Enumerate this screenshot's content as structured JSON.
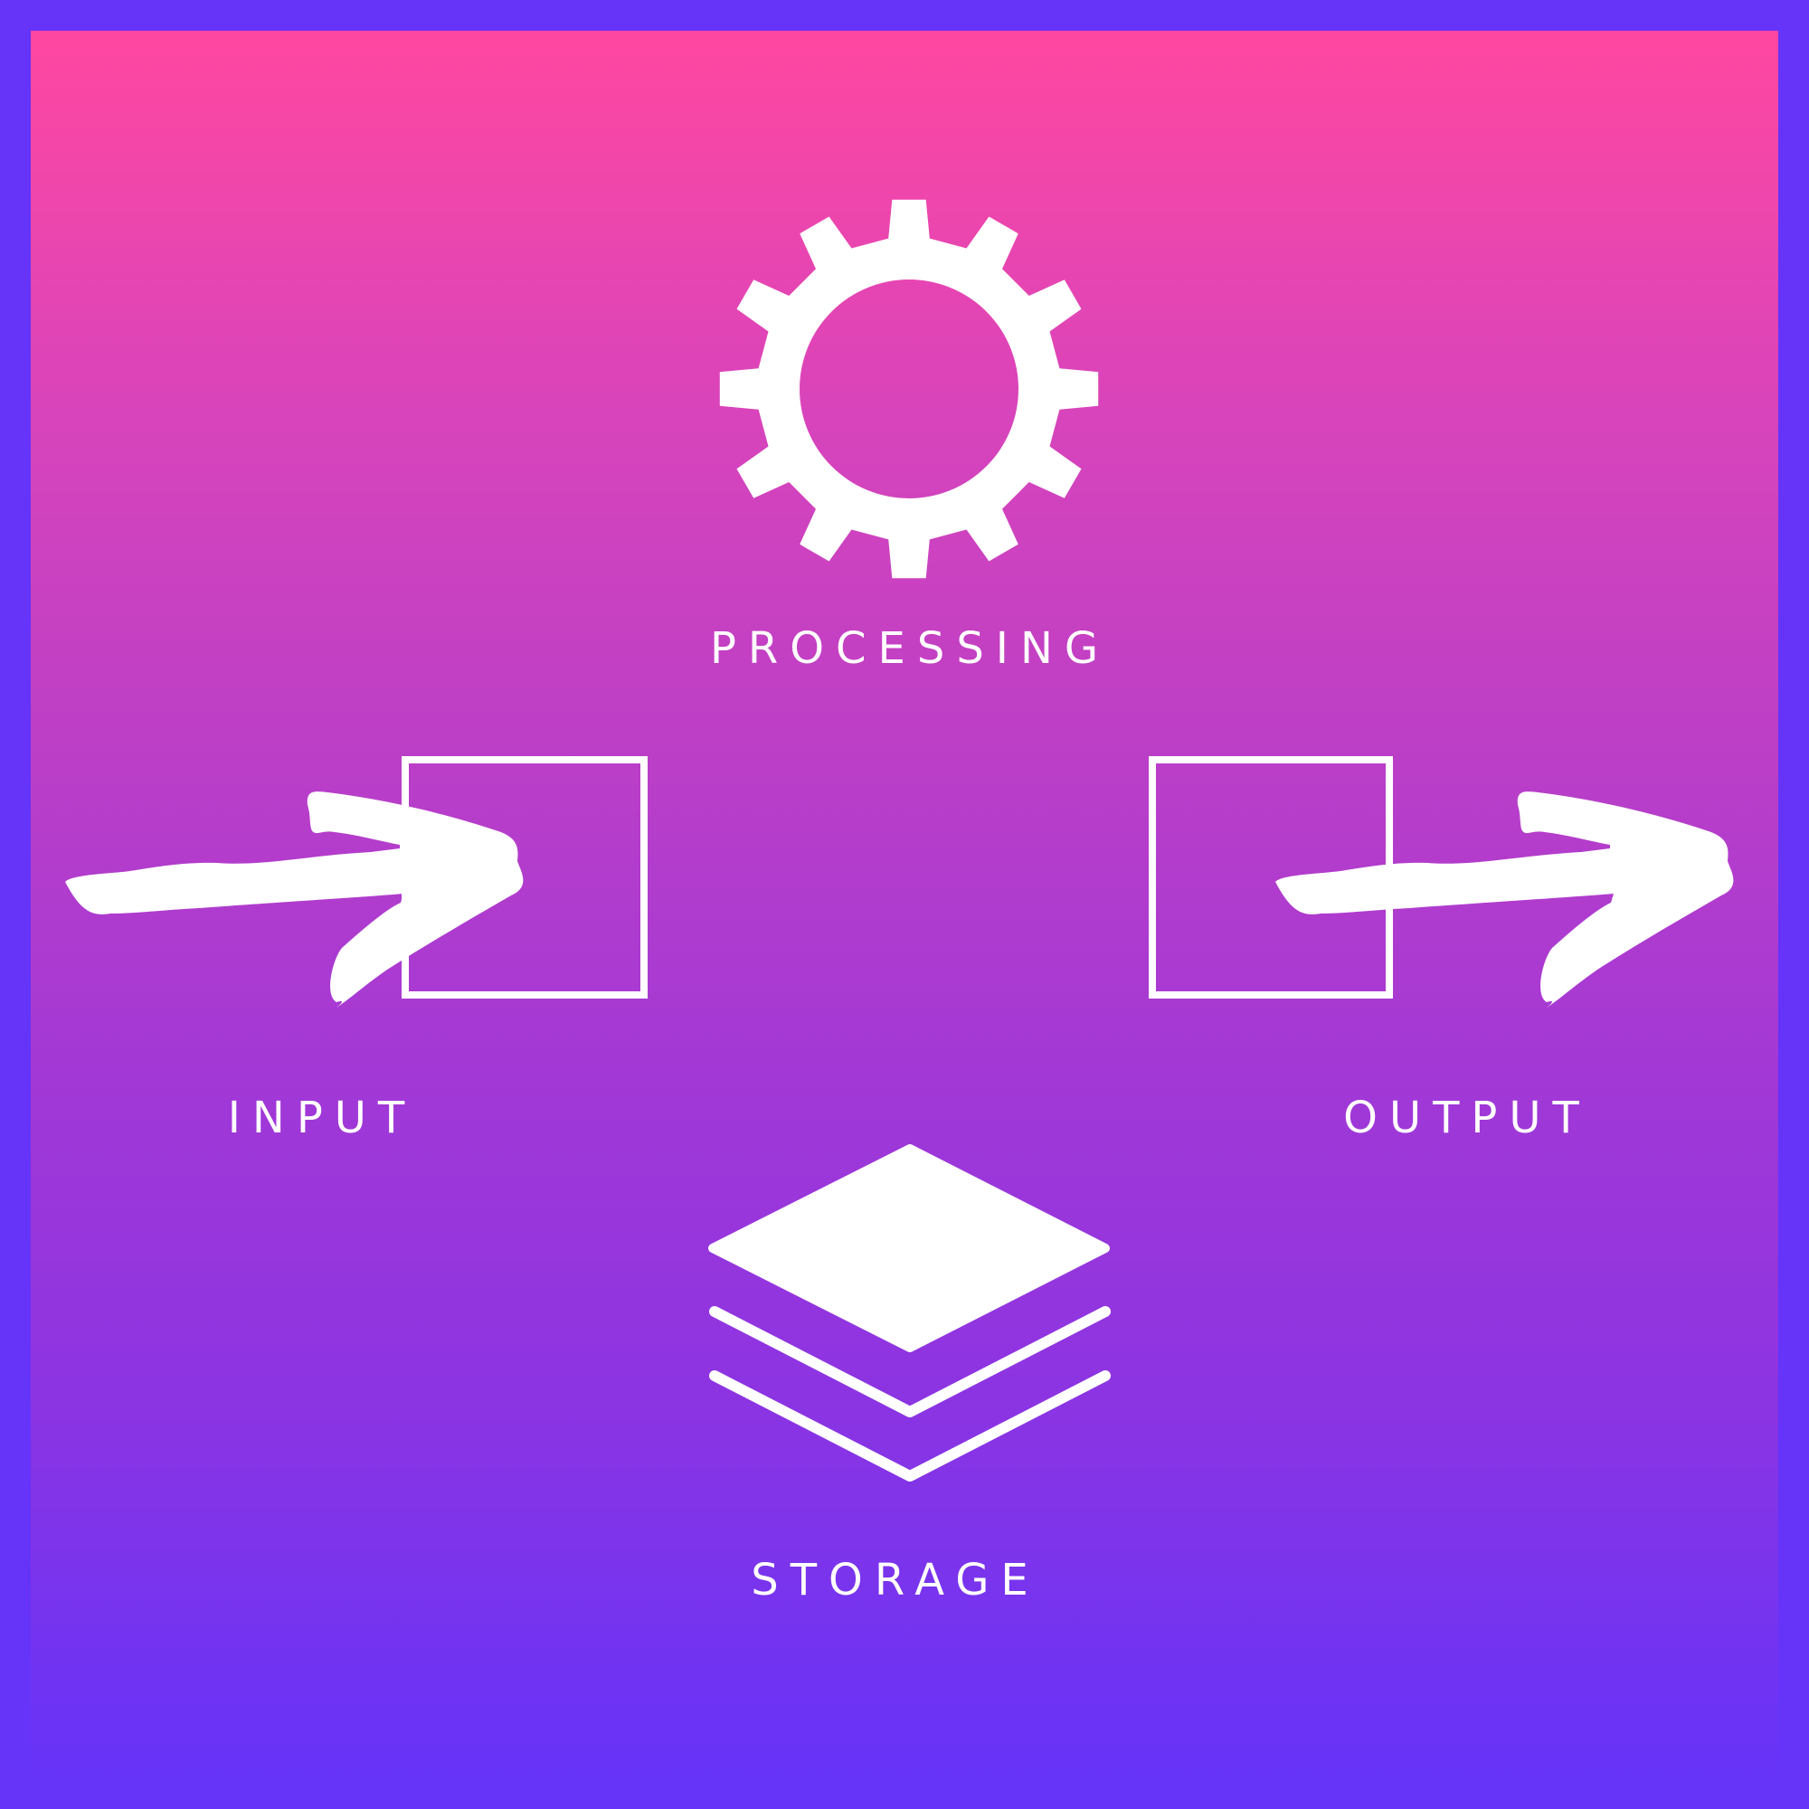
{
  "labels": {
    "processing": "PROCESSING",
    "input": "INPUT",
    "output": "OUTPUT",
    "storage": "STORAGE"
  },
  "icons": {
    "processing": "gear-icon",
    "input": "arrow-into-box-icon",
    "output": "arrow-out-of-box-icon",
    "storage": "stacked-layers-icon"
  },
  "colors": {
    "frame": "#6633f8",
    "gradient_top": "#ff47a0",
    "gradient_bottom": "#6633f8",
    "foreground": "#ffffff"
  }
}
